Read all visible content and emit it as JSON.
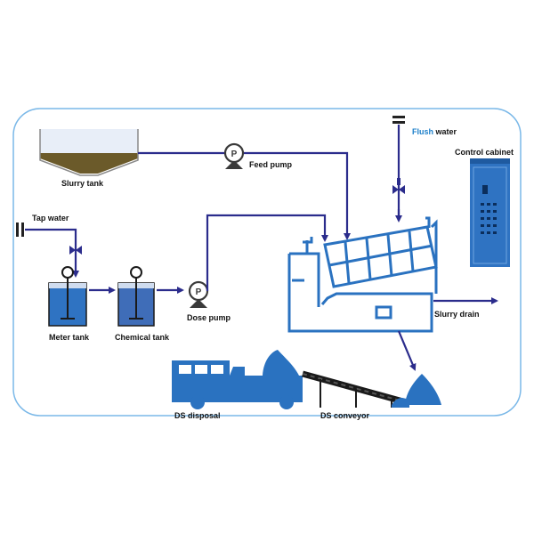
{
  "labels": {
    "slurry_tank": "Slurry tank",
    "feed_pump": "Feed pump",
    "flush_keyword": "Flush",
    "flush_rest": "water",
    "control_cabinet": "Control cabinet",
    "tap_water": "Tap water",
    "meter_tank": "Meter tank",
    "chemical_tank": "Chemical tank",
    "dose_pump": "Dose pump",
    "slurry_drain": "Slurry drain",
    "ds_disposal": "DS disposal",
    "ds_conveyor": "DS conveyor"
  },
  "icons": {
    "pump_symbol": "P"
  },
  "colors": {
    "pipe": "#2b2c8c",
    "equipment": "#2a72c0",
    "frame_border": "#7ab8e8",
    "sludge": "#6b5a2a",
    "flush_text": "#1c7fc9"
  }
}
